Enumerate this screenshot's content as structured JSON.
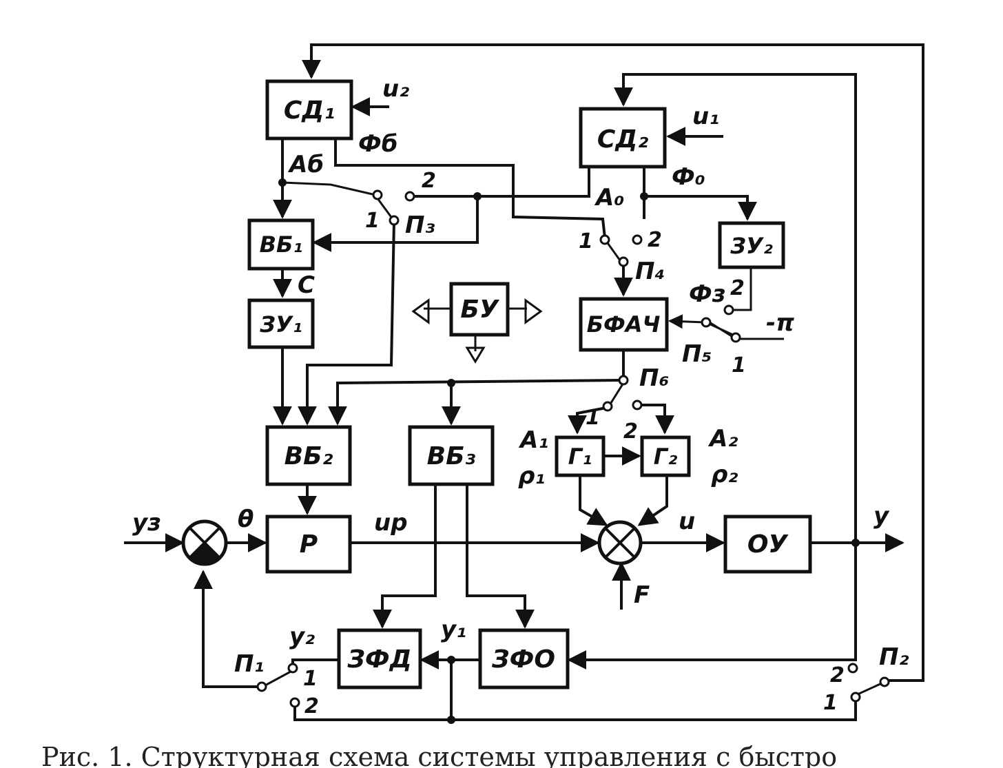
{
  "figure": {
    "caption": "Рис. 1. Структурная схема системы управления с быстро"
  },
  "blocks": {
    "sd1": "СД₁",
    "sd2": "СД₂",
    "vb1": "ВБ₁",
    "zu1": "ЗУ₁",
    "zu2": "ЗУ₂",
    "bu": "БУ",
    "bfach": "БФАЧ",
    "vb2": "ВБ₂",
    "vb3": "ВБ₃",
    "g1": "Г₁",
    "g2": "Г₂",
    "p": "Р",
    "ou": "ОУ",
    "zfd": "ЗФД",
    "zfo": "ЗФО"
  },
  "signals": {
    "u2": "u₂",
    "u1": "u₁",
    "phi_b": "Фб",
    "phi_0": "Ф₀",
    "phi_z": "Фз",
    "a_b": "Аб",
    "a_0": "А₀",
    "c": "С",
    "a1": "А₁",
    "rho1": "ρ₁",
    "a2": "А₂",
    "rho2": "ρ₂",
    "yz": "yз",
    "theta": "θ",
    "up": "uр",
    "u": "u",
    "y": "y",
    "f": "F",
    "y1": "y₁",
    "y2": "y₂",
    "minus_pi": "-π"
  },
  "switches": {
    "p1": "П₁",
    "p2": "П₂",
    "p3": "П₃",
    "p4": "П₄",
    "p5": "П₅",
    "p6": "П₆"
  },
  "contacts": {
    "one": "1",
    "two": "2"
  }
}
